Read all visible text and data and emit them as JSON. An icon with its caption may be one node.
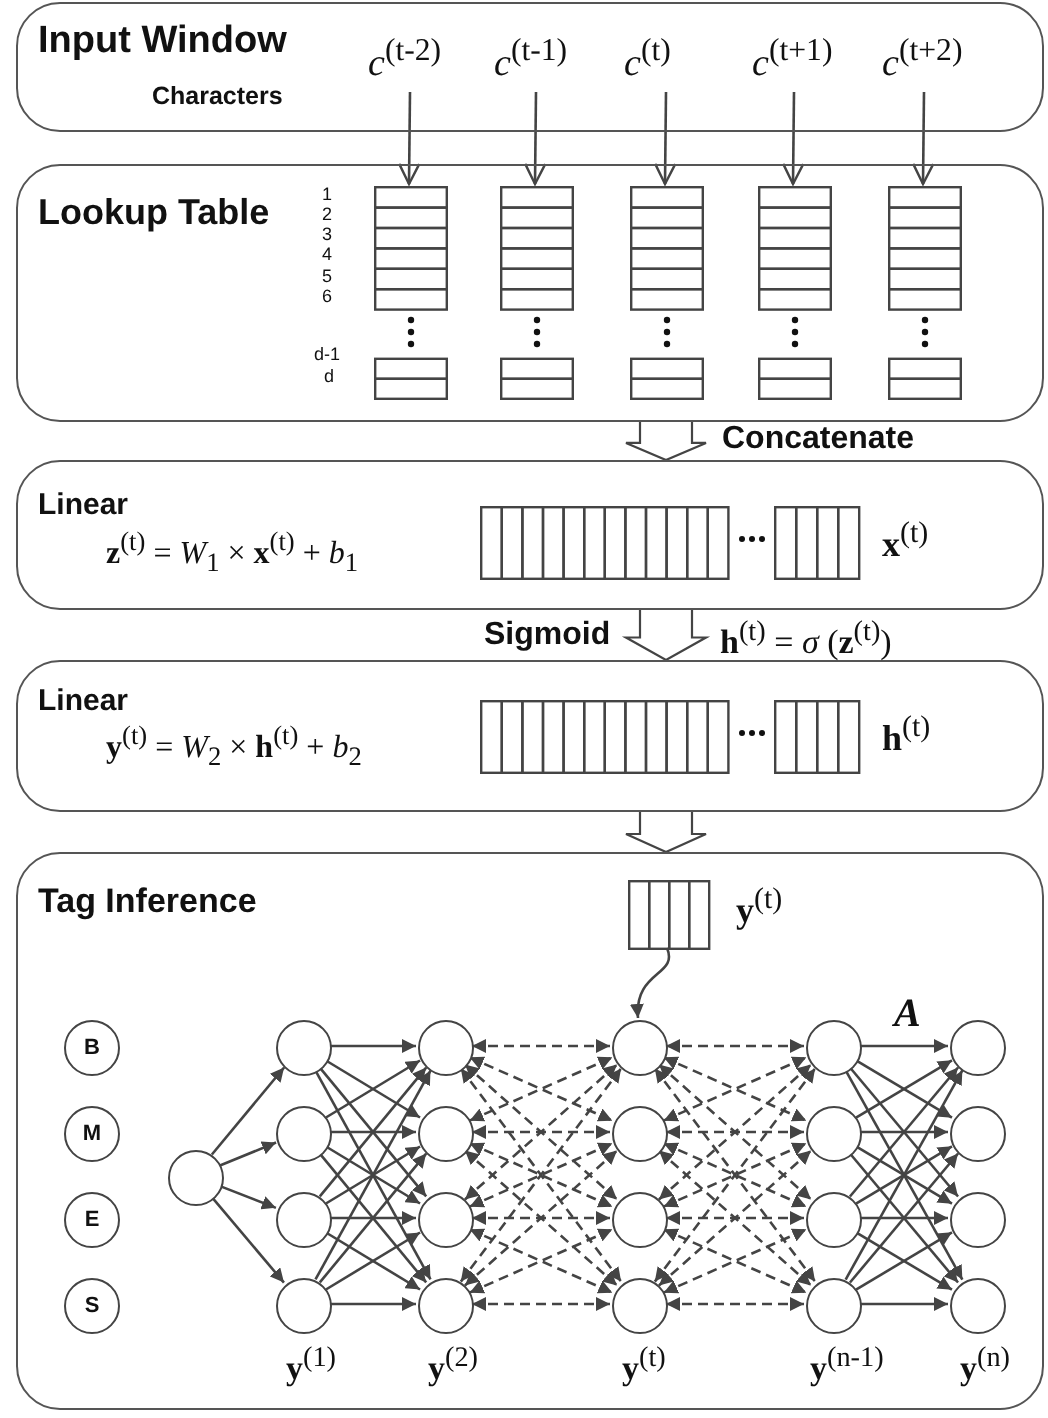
{
  "diagram": {
    "nodes": [
      {
        "text": [
          "Input Window",
          "Characters"
        ]
      },
      {
        "text": [
          "*c*$^{(t-2)}$"
        ],
        "in": 0
      },
      {
        "text": [
          "*c*$^{(t-1)}$"
        ],
        "in": 0
      },
      {
        "text": [
          "*c*$^{(t)}$"
        ],
        "in": 0
      },
      {
        "text": [
          "*c*$^{(t+1)}$"
        ],
        "in": 0
      },
      {
        "text": [
          "*c*$^{(t+2)}$"
        ],
        "in": 0
      },
      {
        "text": [
          "Lookup Table"
        ]
      },
      {
        "text": [],
        "shape": "box",
        "in": 6
      },
      {
        "text": [],
        "shape": "box",
        "in": 6
      },
      {
        "text": [],
        "shape": "box",
        "in": 6
      },
      {
        "text": [],
        "shape": "box",
        "in": 6
      },
      {
        "text": [],
        "shape": "box",
        "in": 6
      },
      {
        "text": [
          "Linear",
          "**z**$^{(t)}$ = *W*$_{1}$ × **x**$^{(t)}$ + *b*$_{1}$"
        ]
      },
      {
        "text": [],
        "shape": "box",
        "in": 12,
        "beside": [
          "**x**$^{(t)}$"
        ]
      },
      {
        "text": [
          "Linear",
          "**y**$^{(t)}$ = *W*$_{2}$ × **h**$^{(t)}$ + *b*$_{2}$"
        ]
      },
      {
        "text": [],
        "shape": "box",
        "in": 14,
        "beside": [
          "**h**$^{(t)}$"
        ]
      },
      {
        "text": [
          "Tag Inference"
        ]
      },
      {
        "text": [],
        "shape": "box",
        "in": 16,
        "beside": [
          "**y**$^{(t)}$"
        ]
      },
      {
        "text": [
          "B"
        ],
        "in": 16
      },
      {
        "text": [
          "M"
        ],
        "in": 16
      },
      {
        "text": [
          "E"
        ],
        "in": 16
      },
      {
        "text": [
          "S"
        ],
        "in": 16
      },
      {
        "text": [],
        "shape": "circle",
        "in": 16
      },
      {
        "text": [],
        "shape": "circle",
        "in": 16
      },
      {
        "text": [],
        "shape": "circle",
        "in": 16
      },
      {
        "text": [],
        "shape": "circle",
        "in": 16
      },
      {
        "text": [],
        "shape": "circle",
        "in": 16
      },
      {
        "text": [],
        "shape": "circle",
        "in": 16
      },
      {
        "text": [],
        "shape": "circle",
        "in": 16
      },
      {
        "text": [],
        "shape": "circle",
        "in": 16
      },
      {
        "text": [],
        "shape": "circle",
        "in": 16
      },
      {
        "text": [],
        "shape": "circle",
        "in": 16
      },
      {
        "text": [],
        "shape": "circle",
        "in": 16
      },
      {
        "text": [],
        "shape": "circle",
        "in": 16
      },
      {
        "text": [],
        "shape": "circle",
        "in": 16
      },
      {
        "text": [],
        "shape": "circle",
        "in": 16
      },
      {
        "text": [],
        "shape": "circle",
        "in": 16
      },
      {
        "text": [],
        "shape": "circle",
        "in": 16
      },
      {
        "text": [],
        "shape": "circle",
        "in": 16
      },
      {
        "text": [],
        "shape": "circle",
        "in": 16
      },
      {
        "text": [],
        "shape": "circle",
        "in": 16
      },
      {
        "text": [],
        "shape": "circle",
        "in": 16
      },
      {
        "text": [],
        "shape": "circle",
        "in": 16
      }
    ],
    "edges": [
      {
        "from": 1,
        "to": 7,
        "arrow": "to"
      },
      {
        "from": 2,
        "to": 8,
        "arrow": "to"
      },
      {
        "from": 3,
        "to": 9,
        "arrow": "to"
      },
      {
        "from": 4,
        "to": 10,
        "arrow": "to"
      },
      {
        "from": 5,
        "to": 11,
        "arrow": "to"
      },
      {
        "from": 6,
        "to": 12,
        "arrow": "to",
        "label": "Concatenate"
      },
      {
        "from": 12,
        "to": 14,
        "arrow": "to",
        "label": "Sigmoid"
      },
      {
        "from": 14,
        "to": 16,
        "arrow": "to"
      },
      {
        "from": 17,
        "to": 31,
        "arrow": "to"
      },
      {
        "from": 22,
        "to": 23,
        "arrow": "to"
      },
      {
        "from": 22,
        "to": 24,
        "arrow": "to"
      },
      {
        "from": 22,
        "to": 25,
        "arrow": "to"
      },
      {
        "from": 22,
        "to": 26,
        "arrow": "to"
      },
      {
        "from": 23,
        "to": 27,
        "arrow": "to"
      },
      {
        "from": 23,
        "to": 28,
        "arrow": "to"
      },
      {
        "from": 23,
        "to": 29,
        "arrow": "to"
      },
      {
        "from": 23,
        "to": 30,
        "arrow": "to"
      },
      {
        "from": 24,
        "to": 27,
        "arrow": "to"
      },
      {
        "from": 24,
        "to": 28,
        "arrow": "to"
      },
      {
        "from": 24,
        "to": 29,
        "arrow": "to"
      },
      {
        "from": 24,
        "to": 30,
        "arrow": "to"
      },
      {
        "from": 25,
        "to": 27,
        "arrow": "to"
      },
      {
        "from": 25,
        "to": 28,
        "arrow": "to"
      },
      {
        "from": 25,
        "to": 29,
        "arrow": "to"
      },
      {
        "from": 25,
        "to": 30,
        "arrow": "to"
      },
      {
        "from": 26,
        "to": 27,
        "arrow": "to"
      },
      {
        "from": 26,
        "to": 28,
        "arrow": "to"
      },
      {
        "from": 26,
        "to": 29,
        "arrow": "to"
      },
      {
        "from": 26,
        "to": 30,
        "arrow": "to"
      },
      {
        "from": 27,
        "to": 31,
        "arrow": "both",
        "style": "dashed"
      },
      {
        "from": 27,
        "to": 32,
        "arrow": "both",
        "style": "dashed"
      },
      {
        "from": 27,
        "to": 33,
        "arrow": "both",
        "style": "dashed"
      },
      {
        "from": 27,
        "to": 34,
        "arrow": "both",
        "style": "dashed"
      },
      {
        "from": 28,
        "to": 31,
        "arrow": "both",
        "style": "dashed"
      },
      {
        "from": 28,
        "to": 32,
        "arrow": "both",
        "style": "dashed"
      },
      {
        "from": 28,
        "to": 33,
        "arrow": "both",
        "style": "dashed"
      },
      {
        "from": 28,
        "to": 34,
        "arrow": "both",
        "style": "dashed"
      },
      {
        "from": 29,
        "to": 31,
        "arrow": "both",
        "style": "dashed"
      },
      {
        "from": 29,
        "to": 32,
        "arrow": "both",
        "style": "dashed"
      },
      {
        "from": 29,
        "to": 33,
        "arrow": "both",
        "style": "dashed"
      },
      {
        "from": 29,
        "to": 34,
        "arrow": "both",
        "style": "dashed"
      },
      {
        "from": 30,
        "to": 31,
        "arrow": "both",
        "style": "dashed"
      },
      {
        "from": 30,
        "to": 32,
        "arrow": "both",
        "style": "dashed"
      },
      {
        "from": 30,
        "to": 33,
        "arrow": "both",
        "style": "dashed"
      },
      {
        "from": 30,
        "to": 34,
        "arrow": "both",
        "style": "dashed"
      },
      {
        "from": 31,
        "to": 35,
        "arrow": "both",
        "style": "dashed"
      },
      {
        "from": 31,
        "to": 36,
        "arrow": "both",
        "style": "dashed"
      },
      {
        "from": 31,
        "to": 37,
        "arrow": "both",
        "style": "dashed"
      },
      {
        "from": 31,
        "to": 38,
        "arrow": "both",
        "style": "dashed"
      },
      {
        "from": 32,
        "to": 35,
        "arrow": "both",
        "style": "dashed"
      },
      {
        "from": 32,
        "to": 36,
        "arrow": "both",
        "style": "dashed"
      },
      {
        "from": 32,
        "to": 37,
        "arrow": "both",
        "style": "dashed"
      },
      {
        "from": 32,
        "to": 38,
        "arrow": "both",
        "style": "dashed"
      },
      {
        "from": 33,
        "to": 35,
        "arrow": "both",
        "style": "dashed"
      },
      {
        "from": 33,
        "to": 36,
        "arrow": "both",
        "style": "dashed"
      },
      {
        "from": 33,
        "to": 37,
        "arrow": "both",
        "style": "dashed"
      },
      {
        "from": 33,
        "to": 38,
        "arrow": "both",
        "style": "dashed"
      },
      {
        "from": 34,
        "to": 35,
        "arrow": "both",
        "style": "dashed"
      },
      {
        "from": 34,
        "to": 36,
        "arrow": "both",
        "style": "dashed"
      },
      {
        "from": 34,
        "to": 37,
        "arrow": "both",
        "style": "dashed"
      },
      {
        "from": 34,
        "to": 38,
        "arrow": "both",
        "style": "dashed"
      },
      {
        "from": 35,
        "to": 39,
        "arrow": "to"
      },
      {
        "from": 35,
        "to": 40,
        "arrow": "to"
      },
      {
        "from": 35,
        "to": 41,
        "arrow": "to"
      },
      {
        "from": 35,
        "to": 42,
        "arrow": "to"
      },
      {
        "from": 36,
        "to": 39,
        "arrow": "to"
      },
      {
        "from": 36,
        "to": 40,
        "arrow": "to"
      },
      {
        "from": 36,
        "to": 41,
        "arrow": "to"
      },
      {
        "from": 36,
        "to": 42,
        "arrow": "to"
      },
      {
        "from": 37,
        "to": 39,
        "arrow": "to"
      },
      {
        "from": 37,
        "to": 40,
        "arrow": "to"
      },
      {
        "from": 37,
        "to": 41,
        "arrow": "to"
      },
      {
        "from": 37,
        "to": 42,
        "arrow": "to"
      },
      {
        "from": 38,
        "to": 39,
        "arrow": "to"
      },
      {
        "from": 38,
        "to": 40,
        "arrow": "to"
      },
      {
        "from": 38,
        "to": 41,
        "arrow": "to"
      },
      {
        "from": 38,
        "to": 42,
        "arrow": "to"
      }
    ],
    "labels": [
      "1",
      "2",
      "3",
      "4",
      "5",
      "6",
      "d-1",
      "d",
      "**h**$^{(t)}$ = *σ* (**z**$^{(t)}$)",
      "*A*",
      "**y**$^{(1)}$",
      "**y**$^{(2)}$",
      "**y**$^{(t)}$",
      "**y**$^{(n-1)}$",
      "**y**$^{(n)}$"
    ]
  }
}
